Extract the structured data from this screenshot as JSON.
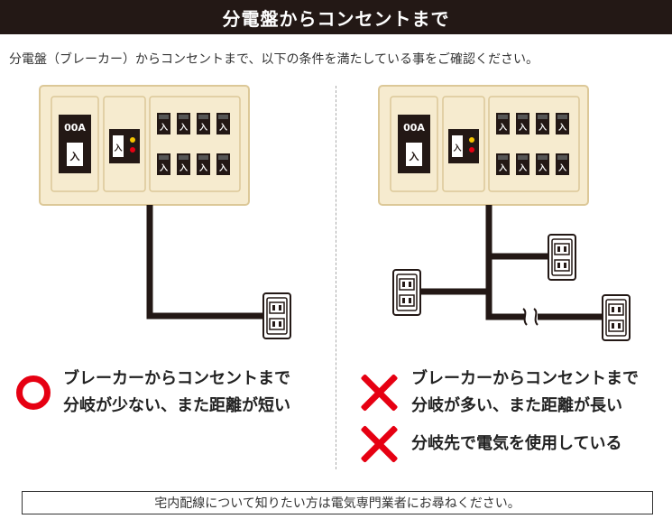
{
  "header": {
    "title": "分電盤からコンセントまで"
  },
  "intro": {
    "text": "分電盤（ブレーカー）からコンセントまで、以下の条件を満たしている事をご確認ください。"
  },
  "panel": {
    "main_breaker_label": "00A",
    "on_label": "入"
  },
  "good": {
    "line1": "ブレーカーからコンセントまで",
    "line2": "分岐が少ない、また距離が短い"
  },
  "bad": {
    "line1": "ブレーカーからコンセントまで",
    "line2": "分岐が多い、また距離が長い",
    "line3": "分岐先で電気を使用している"
  },
  "footer": {
    "text": "宅内配線について知りたい方は電気専門業者にお尋ねください。"
  },
  "colors": {
    "header_bg": "#231815",
    "mark": "#e60012",
    "panel": "#f6ebcf",
    "panel_border": "#dcc898"
  }
}
